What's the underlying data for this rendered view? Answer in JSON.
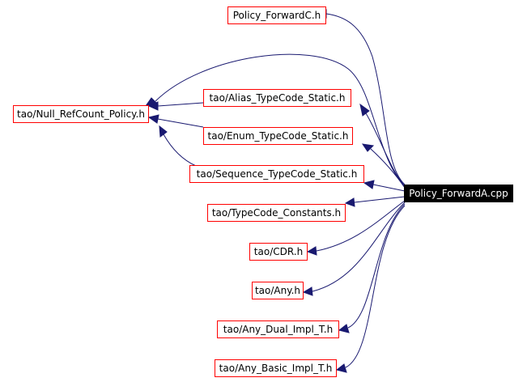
{
  "graph": {
    "main_node": "Policy_ForwardA.cpp",
    "nodes": {
      "policy_forwardc": "Policy_ForwardC.h",
      "null_refcount_policy": "tao/Null_RefCount_Policy.h",
      "alias_typecode_static": "tao/Alias_TypeCode_Static.h",
      "enum_typecode_static": "tao/Enum_TypeCode_Static.h",
      "sequence_typecode_static": "tao/Sequence_TypeCode_Static.h",
      "typecode_constants": "tao/TypeCode_Constants.h",
      "cdr": "tao/CDR.h",
      "any": "tao/Any.h",
      "any_dual_impl_t": "tao/Any_Dual_Impl_T.h",
      "any_basic_impl_t": "tao/Any_Basic_Impl_T.h"
    },
    "colors": {
      "node_border": "#ff0000",
      "edge": "#191970",
      "main_fill": "#000000",
      "main_text": "#ffffff"
    }
  }
}
